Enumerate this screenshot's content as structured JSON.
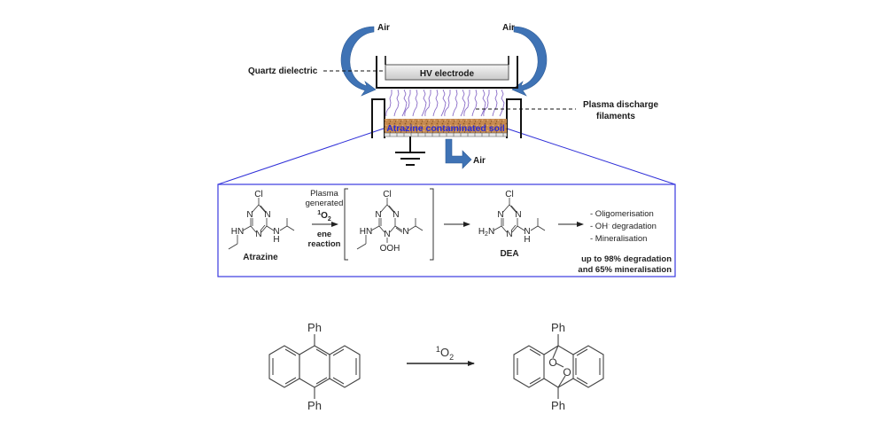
{
  "apparatus": {
    "air_in_left": "Air",
    "air_in_right": "Air",
    "air_out": "Air",
    "electrode_label": "HV electrode",
    "dielectric_label": "Quartz dielectric",
    "plasma_label_line1": "Plasma discharge",
    "plasma_label_line2": "filaments",
    "soil_label": "Atrazine contaminated soil",
    "colors": {
      "arrow_blue": "#3f73b5",
      "soil": "#c9905a",
      "soil_text": "#2a2ad6",
      "filament": "#8a6cc8",
      "zoom_line": "#2f2fd8"
    }
  },
  "mechanism": {
    "atrazine": {
      "name": "Atrazine",
      "atoms": {
        "cl": "Cl",
        "n": "N",
        "hn": "HN",
        "nh_n": "N",
        "nh_h": "H"
      }
    },
    "step1": {
      "above": [
        "Plasma",
        "generated"
      ],
      "reagent_sup": "1",
      "reagent": "O",
      "reagent_sub": "2",
      "below": [
        "ene",
        "reaction"
      ]
    },
    "intermediate": {
      "atoms": {
        "cl": "Cl",
        "n": "N",
        "hn": "HN",
        "ooh": "OOH"
      }
    },
    "dea": {
      "name": "DEA",
      "atoms": {
        "cl": "Cl",
        "n": "N",
        "h2n_h": "H",
        "h2n_2": "2",
        "h2n_n": "N",
        "nh_n": "N",
        "nh_h": "H"
      }
    },
    "outcomes": [
      "- Oligomerisation",
      "- OH",
      " degradation",
      "- Mineralisation"
    ],
    "summary": [
      "up to 98% degradation",
      "and 65% mineralisation"
    ]
  },
  "reaction2": {
    "reactant_top": "Ph",
    "reactant_bottom": "Ph",
    "reagent_sup": "1",
    "reagent": "O",
    "reagent_sub": "2",
    "product_top": "Ph",
    "product_bottom": "Ph",
    "peroxide_o1": "O",
    "peroxide_o2": "O"
  }
}
